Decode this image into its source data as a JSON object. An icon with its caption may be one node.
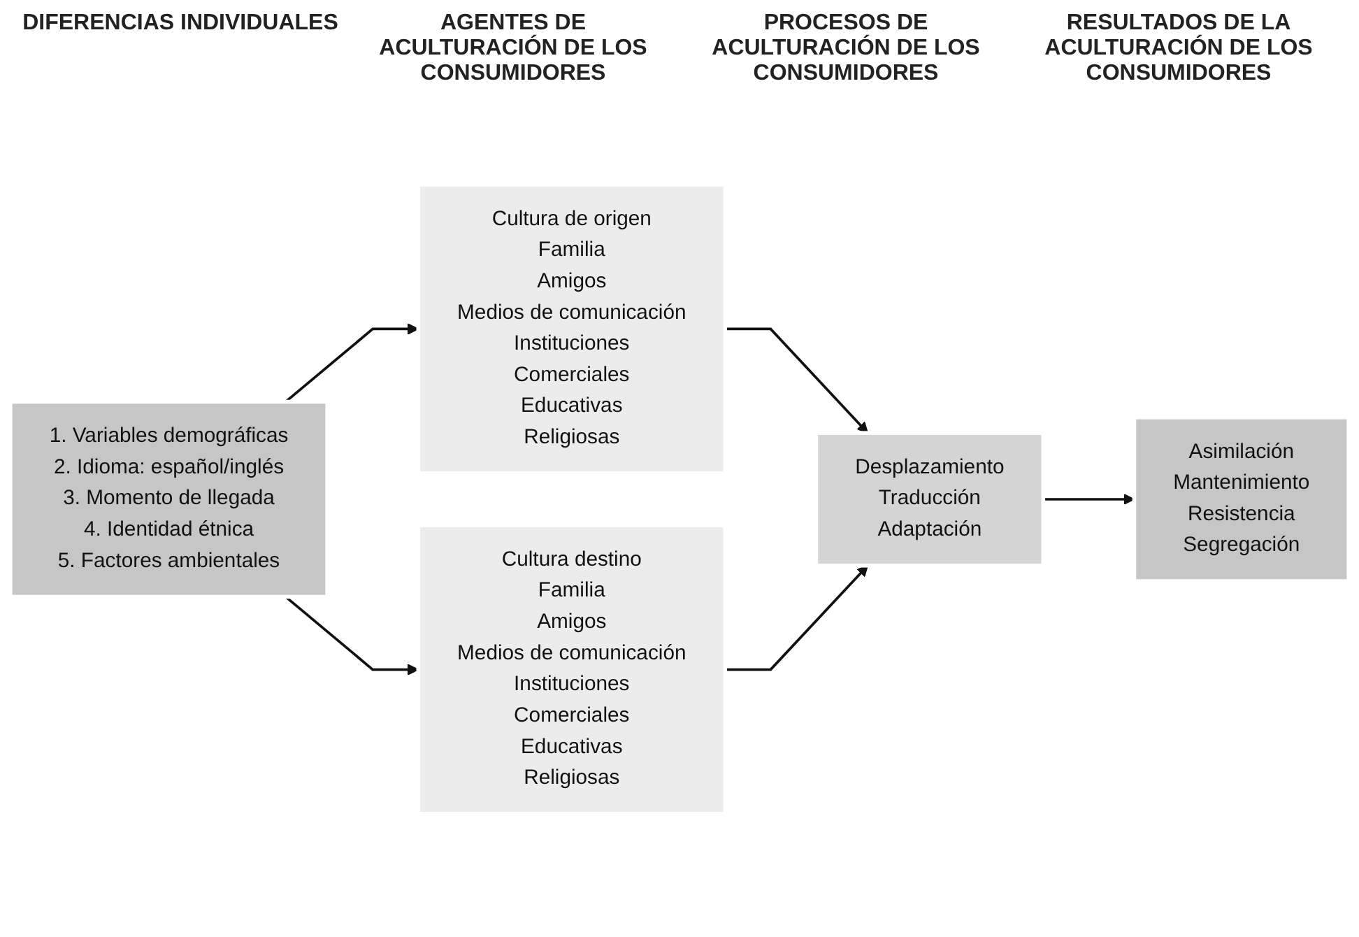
{
  "diagram": {
    "nodes": [
      {
        "text": [
          "1. Variables demográficas",
          "2. Idioma: español/inglés",
          "3. Momento de llegada",
          "4. Identidad étnica",
          "5. Factores ambientales"
        ]
      },
      {
        "text": [
          "Cultura de origen",
          "Familia",
          "Amigos",
          "Medios de comunicación",
          "Instituciones",
          "Comerciales",
          "Educativas",
          "Religiosas"
        ]
      },
      {
        "text": [
          "Cultura destino",
          "Familia",
          "Amigos",
          "Medios de comunicación",
          "Instituciones",
          "Comerciales",
          "Educativas",
          "Religiosas"
        ]
      },
      {
        "text": [
          "Desplazamiento",
          "Traducción",
          "Adaptación"
        ]
      },
      {
        "text": [
          "Asimilación",
          "Mantenimiento",
          "Resistencia",
          "Segregación"
        ]
      }
    ],
    "edges": [
      {
        "from": 0,
        "to": 1,
        "arrow": "to"
      },
      {
        "from": 0,
        "to": 2,
        "arrow": "to"
      },
      {
        "from": 1,
        "to": 3,
        "arrow": "to"
      },
      {
        "from": 2,
        "to": 3,
        "arrow": "to"
      },
      {
        "from": 3,
        "to": 4,
        "arrow": "to"
      }
    ],
    "labels": [
      "DIFERENCIAS INDIVIDUALES",
      "AGENTES DE ACULTURACIÓN DE LOS CONSUMIDORES",
      "PROCESOS DE ACULTURACIÓN DE LOS CONSUMIDORES",
      "RESULTADOS DE LA ACULTURACIÓN DE LOS CONSUMIDORES"
    ]
  }
}
